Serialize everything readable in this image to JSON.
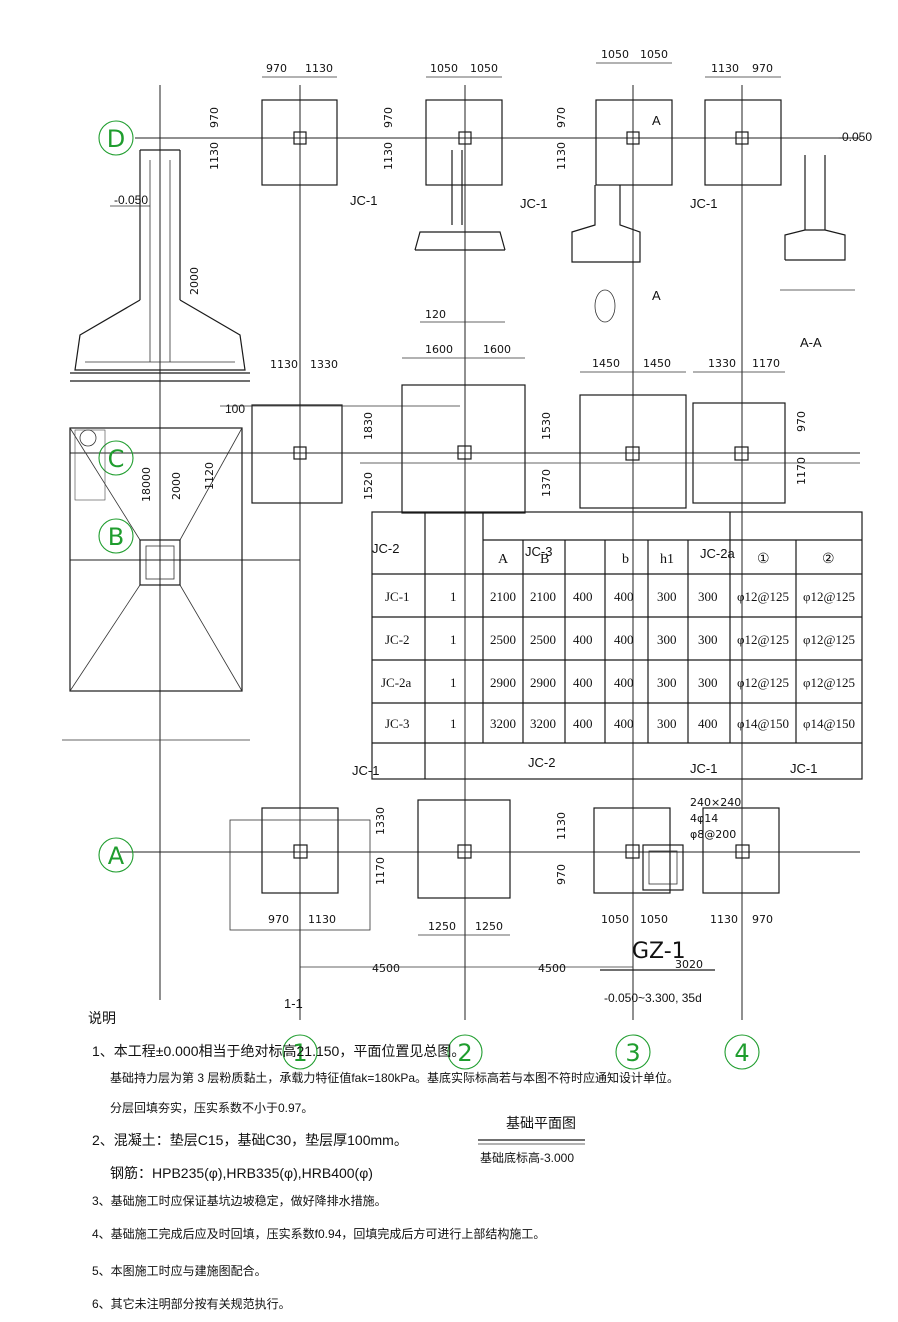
{
  "grid_axes": {
    "rows": [
      "D",
      "C",
      "B",
      "A"
    ],
    "cols": [
      "1",
      "2",
      "3",
      "4"
    ]
  },
  "dims": {
    "top_left_1": "970",
    "top_left_2": "1130",
    "top_mid_1": "1050",
    "top_mid_2": "1050",
    "top_r1_1": "1050",
    "top_r1_2": "1050",
    "top_r2_1": "1130",
    "top_r2_2": "970",
    "v_970": "970",
    "v_1130": "1130",
    "mid_1600a": "1600",
    "mid_1600b": "1600",
    "mid_1450a": "1450",
    "mid_1450b": "1450",
    "mid_1330": "1330",
    "mid_1170": "1170",
    "mid_1130": "1130",
    "v_1530": "1530",
    "v_1370": "1370",
    "v_1170": "1170",
    "v_1520": "1520",
    "v_1830": "1830",
    "left_18000": "18000",
    "left_2000": "2000",
    "left_1120": "1120",
    "bot_970": "970",
    "bot_1130": "1130",
    "bot_1250a": "1250",
    "bot_1250b": "1250",
    "bot_1050a": "1050",
    "bot_1050b": "1050",
    "bot_1130b": "1130",
    "bot_970b": "970",
    "span_4500a": "4500",
    "span_4500b": "4500",
    "bot_v1330": "1330",
    "bot_v1170": "1170",
    "bot_v1130": "1130",
    "bot_v970": "970",
    "small_1130": "1130",
    "small_1330": "1330",
    "gz_3020": "3020",
    "elev_0050": "-0.050"
  },
  "labels": {
    "jc1": "JC-1",
    "jc2": "JC-2",
    "jc2a": "JC-2a",
    "jc3": "JC-3",
    "jc1b": "JC-1",
    "jc1c": "JC-1",
    "jc2b": "JC-2",
    "jc1d": "JC-1",
    "jc1e": "JC-1",
    "section_120": "120",
    "aa": "A-A",
    "section_a": "A",
    "section_11": "1-1",
    "gz1": "GZ-1",
    "gz_dims": "240×240",
    "gz_bars": "4φ14",
    "gz_stir": "φ8@200",
    "gz_note": "-0.050~3.300, 35d",
    "note_100": "100"
  },
  "table": {
    "columns": [
      "A",
      "B",
      "b",
      "h1",
      "①",
      "②"
    ],
    "rows": [
      {
        "name": "JC-1",
        "t": "1",
        "A": "2100",
        "B": "2100",
        "b": "400",
        "bb": "400",
        "h": "300",
        "h1": "300",
        "r1": "φ12@125",
        "r2": "φ12@125"
      },
      {
        "name": "JC-2",
        "t": "1",
        "A": "2500",
        "B": "2500",
        "b": "400",
        "bb": "400",
        "h": "300",
        "h1": "300",
        "r1": "φ12@125",
        "r2": "φ12@125"
      },
      {
        "name": "JC-2a",
        "t": "1",
        "A": "2900",
        "B": "2900",
        "b": "400",
        "bb": "400",
        "h": "300",
        "h1": "300",
        "r1": "φ12@125",
        "r2": "φ12@125"
      },
      {
        "name": "JC-3",
        "t": "1",
        "A": "3200",
        "B": "3200",
        "b": "400",
        "bb": "400",
        "h": "300",
        "h1": "400",
        "r1": "φ14@150",
        "r2": "φ14@150"
      }
    ]
  },
  "notes": {
    "title": "说明",
    "n1": "1、本工程±0.000相当于绝对标高21.150，平面位置见总图。",
    "n1b": "基础持力层为第 3 层粉质黏土，承载力特征值fak=180kPa。基底实际标高若与本图不符时应通知设计单位。",
    "n1c": "分层回填夯实，压实系数不小于0.97。",
    "n2": "2、混凝土：垫层C15，基础C30，垫层厚100mm。",
    "n2b": "钢筋：HPB235(φ),HRB335(φ),HRB400(φ)",
    "n3": "3、基础施工时应保证基坑边坡稳定，做好降排水措施。",
    "n4": "4、基础施工完成后应及时回填，压实系数f0.94，回填完成后方可进行上部结构施工。",
    "n5": "5、本图施工时应与建施图配合。",
    "n6": "6、其它未注明部分按有关规范执行。",
    "plan_title": "基础平面图",
    "plan_sub": "基础底标高-3.000"
  }
}
